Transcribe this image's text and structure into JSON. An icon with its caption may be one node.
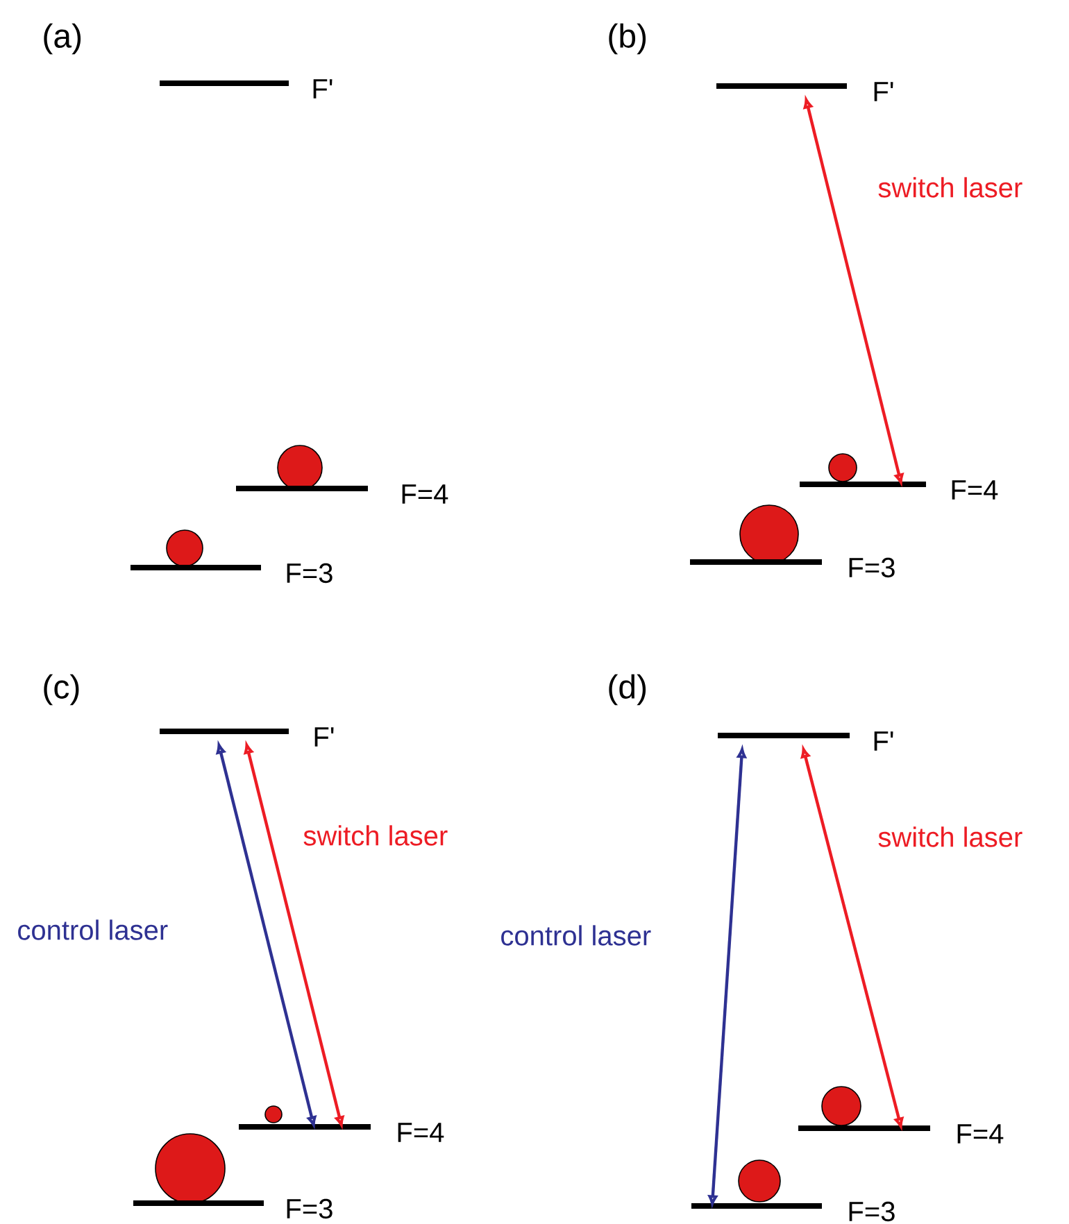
{
  "diagram": {
    "nodes": [
      {
        "text": [],
        "shape": "bar",
        "beside": [
          "F'"
        ]
      },
      {
        "text": [],
        "shape": "bar",
        "beside": [
          "F=4"
        ]
      },
      {
        "text": [],
        "shape": "bar",
        "beside": [
          "F=3"
        ]
      },
      {
        "text": [],
        "shape": "bar",
        "beside": [
          "F'"
        ]
      },
      {
        "text": [],
        "shape": "bar",
        "beside": [
          "F=4"
        ]
      },
      {
        "text": [],
        "shape": "bar",
        "beside": [
          "F=3"
        ]
      },
      {
        "text": [],
        "shape": "bar",
        "beside": [
          "F'"
        ]
      },
      {
        "text": [],
        "shape": "bar",
        "beside": [
          "F=4"
        ]
      },
      {
        "text": [],
        "shape": "bar",
        "beside": [
          "F=3"
        ]
      },
      {
        "text": [],
        "shape": "bar",
        "beside": [
          "F'"
        ]
      },
      {
        "text": [],
        "shape": "bar",
        "beside": [
          "F=4"
        ]
      },
      {
        "text": [],
        "shape": "bar",
        "beside": [
          "F=3"
        ]
      }
    ],
    "edges": [
      {
        "from": 4,
        "to": 3,
        "arrow": "both",
        "label": "switch laser",
        "color": "#ed1c24"
      },
      {
        "from": 7,
        "to": 6,
        "arrow": "both",
        "label": "control laser",
        "color": "#2e3192"
      },
      {
        "from": 7,
        "to": 6,
        "arrow": "both",
        "label": "switch laser",
        "color": "#ed1c24"
      },
      {
        "from": 11,
        "to": 9,
        "arrow": "both",
        "label": "control laser",
        "color": "#2e3192"
      },
      {
        "from": 10,
        "to": 9,
        "arrow": "both",
        "label": "switch laser",
        "color": "#ed1c24"
      }
    ],
    "labels": [
      "(a)",
      "(b)",
      "(c)",
      "(d)"
    ]
  }
}
